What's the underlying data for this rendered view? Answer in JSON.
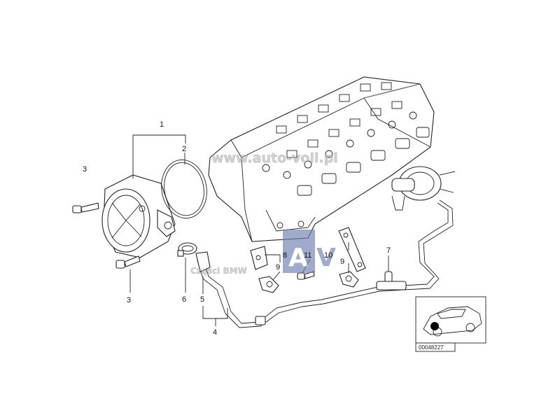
{
  "watermark": {
    "url": "www.auto-voll.pl",
    "logo_a": "A",
    "logo_v": "V",
    "caption": "Części BMW"
  },
  "callouts": {
    "c1": "1",
    "c2": "2",
    "c3a": "3",
    "c3b": "3",
    "c4": "4",
    "c5": "5",
    "c6": "6",
    "c7": "7",
    "c8": "8",
    "c9a": "9",
    "c9b": "9",
    "c10": "10",
    "c11": "11"
  },
  "figure_ref": "00048227",
  "colors": {
    "line": "#222222",
    "watermark_gray": "#b9b9b9",
    "logo_blue": "#6e7fb0"
  }
}
